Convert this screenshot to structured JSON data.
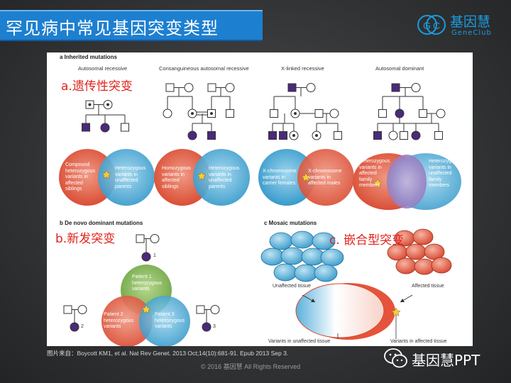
{
  "header": {
    "title": "罕见病中常见基因突变类型"
  },
  "logo": {
    "name": "基因慧",
    "sub": "GeneClub"
  },
  "figure": {
    "section_a": "a  Inherited mutations",
    "panels": [
      {
        "title": "Autosomal recessive",
        "left_label": "Compound\nheterozygous\nvariants in\naffected\nsiblings",
        "right_label": "Heterozygous\nvariants in\nunaffected\nparents"
      },
      {
        "title": "Consanguineous autosomal recessive",
        "left_label": "Homozygous\nvariants in\naffected\nsiblings",
        "right_label": "Heterozygous\nvariants in\nunaffected\nparents"
      },
      {
        "title": "X-linked recessive",
        "left_label": "X-chromosome\nvariants in\ncarrier females",
        "right_label": "X-chromosome\nvariants in\naffected males"
      },
      {
        "title": "Autosomal dominant",
        "left_label": "Heterozygous\nvariants in\naffected\nfamily\nmembers",
        "right_label": "Heterozygous\nvariants in\nunaffected\nfamily\nmembers"
      }
    ],
    "section_b": "b  De novo dominant mutations",
    "denovo": {
      "top": "Patient 1\nheterozygous\nvariants",
      "left": "Patient 2\nheterozygous\nvariants",
      "right": "Patient 3\nheterozygous\nvariants",
      "n1": "1",
      "n2": "2",
      "n3": "3"
    },
    "section_c": "c  Mosaic mutations",
    "mosaic": {
      "unaffected_tissue": "Unaffected tissue",
      "affected_tissue": "Affected tissue",
      "variants_unaffected": "Variants in unaffected tissue",
      "variants_affected": "Variants in affected tissue"
    },
    "overlays": {
      "a": "a.遗传性突变",
      "b": "b.新发突变",
      "c": "c. 嵌合型突变"
    }
  },
  "source": "图片来自：Boycott KM1, et al. Nat Rev Genet. 2013 Oct;14(10):681-91. Epub 2013 Sep 3.",
  "footer": "© 2016 基因慧 All Rights Reserved",
  "wechat": {
    "name": "基因慧PPT"
  },
  "colors": {
    "title_bar": "#1d7fd0",
    "red": "#e0231b",
    "blue": "#49a9d6",
    "orange": "#e05a45",
    "purple": "#5b2d8a",
    "green": "#7fb257"
  }
}
